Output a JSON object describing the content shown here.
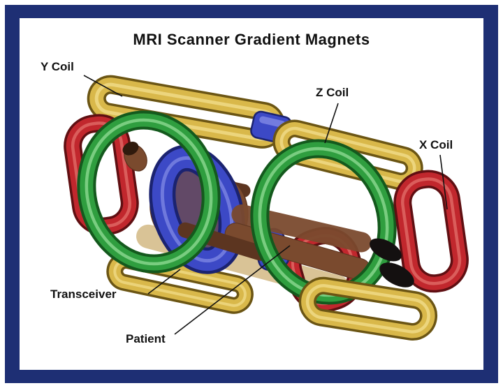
{
  "diagram": {
    "title": "MRI Scanner Gradient Magnets",
    "labels": {
      "y_coil": "Y Coil",
      "z_coil": "Z Coil",
      "x_coil": "X Coil",
      "transceiver": "Transceiver",
      "patient": "Patient"
    },
    "components": [
      {
        "name": "Y Coil",
        "color_key": "y_coil_yellow"
      },
      {
        "name": "Z Coil",
        "color_key": "z_coil_green"
      },
      {
        "name": "X Coil",
        "color_key": "x_coil_red"
      },
      {
        "name": "Transceiver",
        "color_key": "transceiver_blue"
      },
      {
        "name": "Patient",
        "color_key": "patient_skin"
      }
    ],
    "colors": {
      "border_navy": "#1e2f74",
      "canvas_white": "#ffffff",
      "label_text": "#111111",
      "z_coil_green": "#2f9e3f",
      "z_coil_green_dark": "#14591d",
      "z_coil_green_light": "#86d58c",
      "y_coil_yellow": "#d9b84a",
      "y_coil_yellow_dark": "#6b5514",
      "y_coil_yellow_light": "#f0dc8a",
      "x_coil_red": "#c1272d",
      "x_coil_red_dark": "#5f0f12",
      "x_coil_red_light": "#e4756f",
      "transceiver_blue": "#3c49c6",
      "transceiver_blue_dark": "#1b2370",
      "transceiver_blue_light": "#8a93ea",
      "patient_skin": "#7a4a2e",
      "patient_skin_dark": "#5c3520",
      "patient_hair": "#301a0d",
      "table_tan": "#c9a96a",
      "feet_black": "#141010"
    }
  }
}
